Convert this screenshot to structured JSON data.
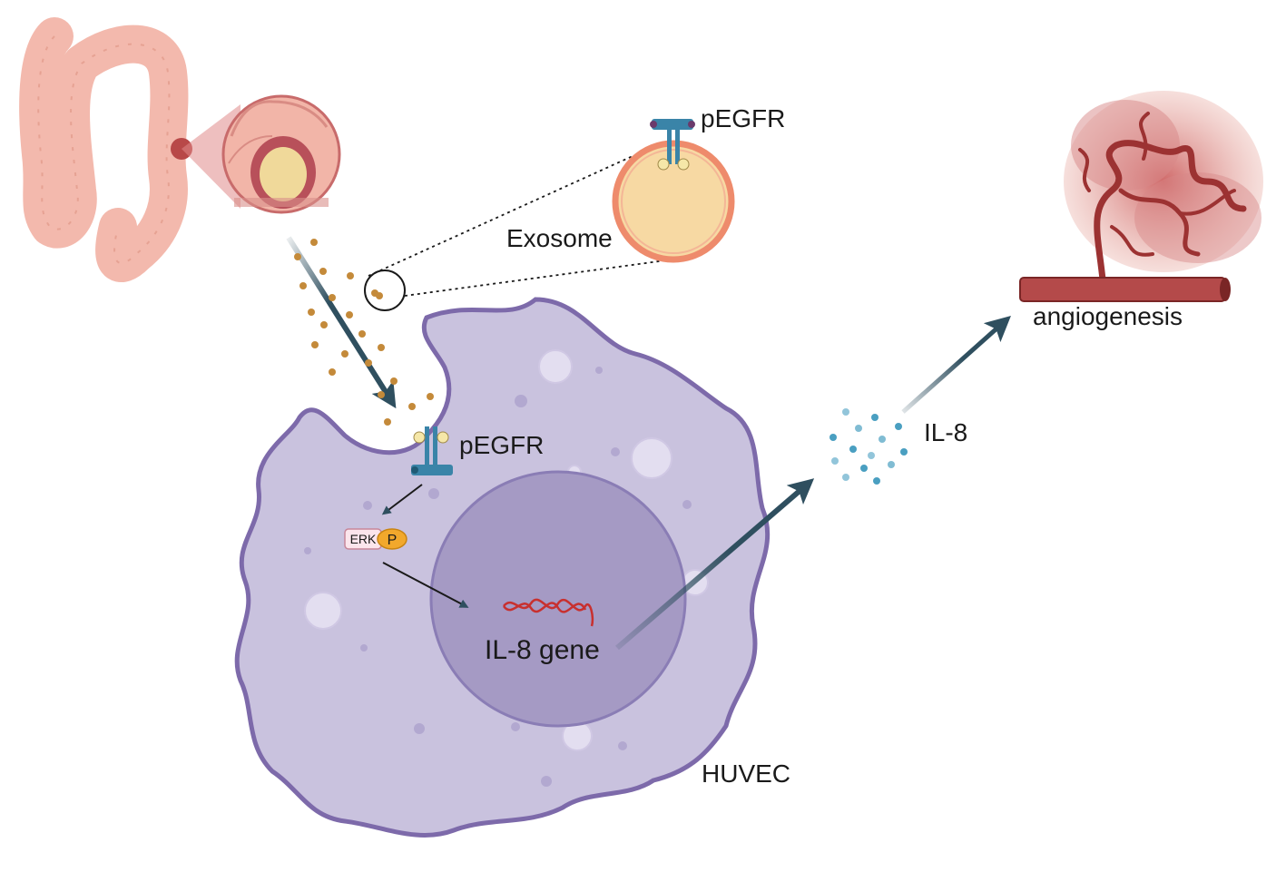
{
  "labels": {
    "pegfr_exosome": "pEGFR",
    "exosome": "Exosome",
    "pegfr_cell": "pEGFR",
    "erk": "ERK",
    "phospho": "P",
    "il8_gene": "IL-8 gene",
    "il8": "IL-8",
    "huvec": "HUVEC",
    "angiogenesis": "angiogenesis"
  },
  "colors": {
    "cell_fill": "#c9c2de",
    "cell_border": "#7d6aaa",
    "nucleus_fill": "#a59ac4",
    "nucleus_border": "#8a7db5",
    "arrow": "#2f4f5f",
    "exosome_fill": "#f7d9a3",
    "exosome_ring": "#ee8b6c",
    "colon": "#f3b9ad",
    "vessel": "#b44a4a",
    "receptor": "#3a84a8",
    "il8_dots": "#4a9fc1",
    "exosome_particles": "#c48a3a"
  }
}
